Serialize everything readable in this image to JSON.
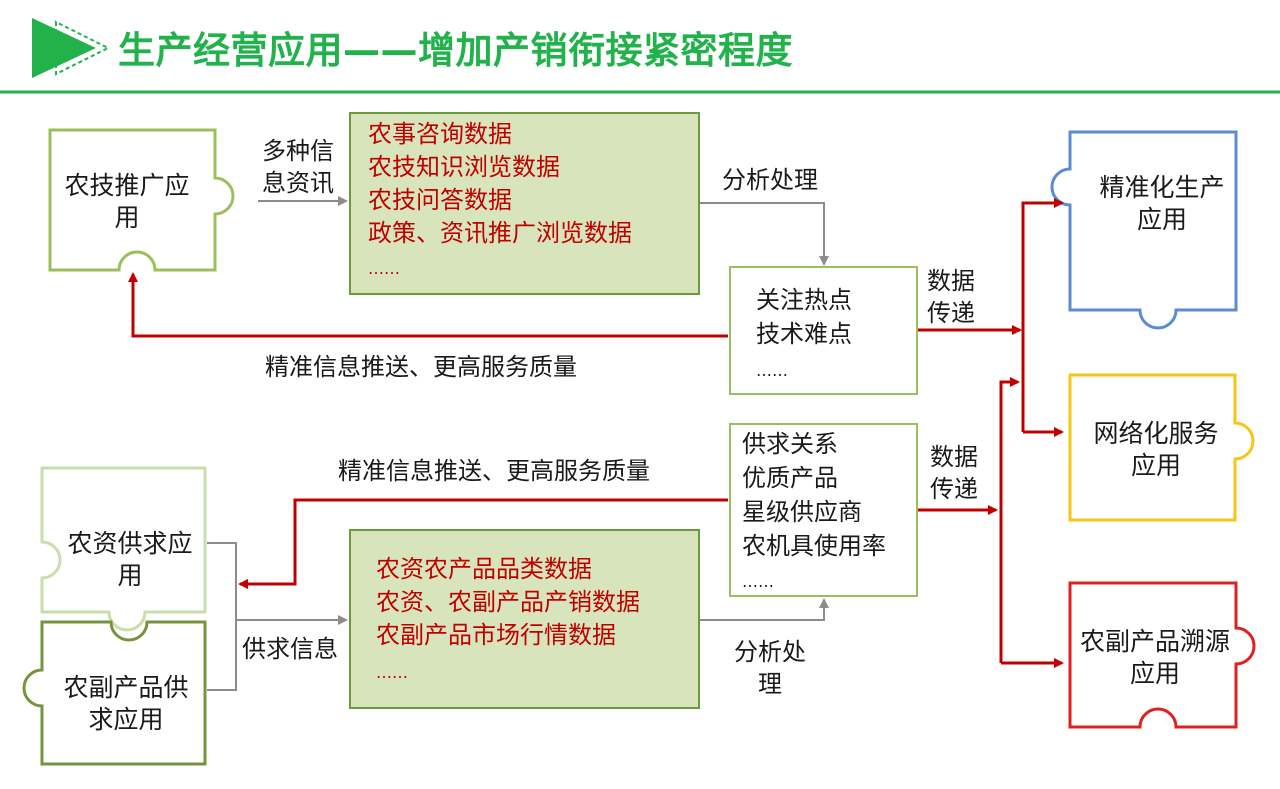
{
  "title": "生产经营应用——增加产销衔接紧密程度",
  "colors": {
    "title_green": "#22b24c",
    "box_fill": "#d8e4bc",
    "box_border": "#6b9a3a",
    "red_text": "#c00000",
    "piece_blue": "#5b8bd0",
    "piece_yellow": "#f5c518",
    "piece_red": "#e02020"
  },
  "icons": {
    "title_arrow": "play-arrow-icon"
  },
  "pieces": {
    "agri_promo": "农技推广应用",
    "supply_demand": "农资供求应用",
    "byproduct_supply": "农副产品供求应用",
    "precision": "精准化生产应用",
    "network": "网络化服务应用",
    "trace": "农副产品溯源应用"
  },
  "top_box": {
    "items": [
      "农事咨询数据",
      "农技知识浏览数据",
      "农技问答数据",
      "政策、资讯推广浏览数据",
      "……"
    ]
  },
  "bottom_box": {
    "items": [
      "农资农产品品类数据",
      "农资、农副产品产销数据",
      "农副产品市场行情数据",
      "……"
    ]
  },
  "hot_box": {
    "items": [
      "关注热点",
      "技术难点",
      "……"
    ]
  },
  "supply_box": {
    "items": [
      "供求关系",
      "优质产品",
      "星级供应商",
      "农机具使用率",
      "……"
    ]
  },
  "labels": {
    "multi_info": "多种信息资讯",
    "analyze_top": "分析处理",
    "analyze_bottom": "分析处理",
    "push_top": "精准信息推送、更高服务质量",
    "push_bottom": "精准信息推送、更高服务质量",
    "data_transfer_top": "数据传递",
    "data_transfer_bottom": "数据传递",
    "supply_info": "供求信息"
  }
}
